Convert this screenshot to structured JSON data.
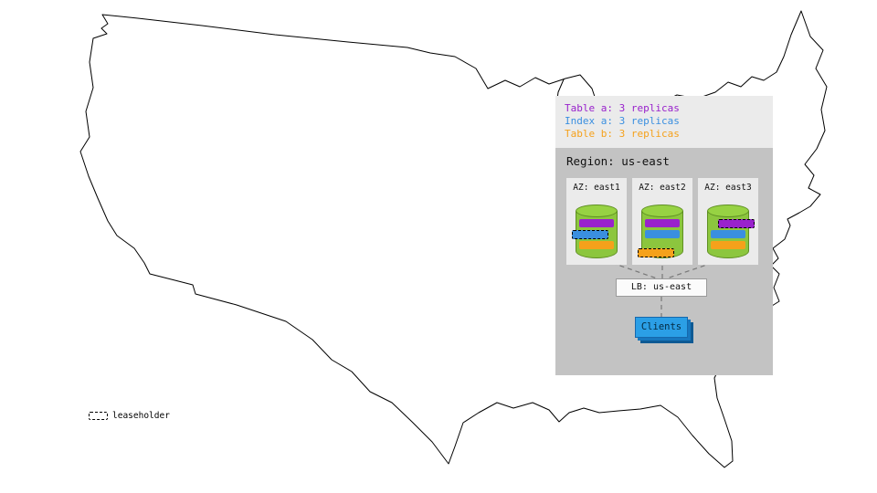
{
  "panel": {
    "legend": {
      "items": [
        {
          "id": "table-a",
          "label": "Table a: 3 replicas",
          "color": "#9922cc"
        },
        {
          "id": "index-a",
          "label": "Index a: 3 replicas",
          "color": "#3a8fe0"
        },
        {
          "id": "table-b",
          "label": "Table b: 3 replicas",
          "color": "#f5a11b"
        }
      ]
    },
    "region": {
      "title": "Region: us-east",
      "azs": [
        {
          "label": "AZ: east1",
          "leaseholder": "index-a"
        },
        {
          "label": "AZ: east2",
          "leaseholder": "table-b"
        },
        {
          "label": "AZ: east3",
          "leaseholder": "table-a"
        }
      ],
      "lb_label": "LB: us-east",
      "clients_label": "Clients"
    }
  },
  "map_legend": {
    "label": "leaseholder"
  },
  "colors": {
    "table_a": "#9922cc",
    "index_a": "#3a8fe0",
    "table_b": "#f5a11b",
    "cylinder_body": "#8cc63e",
    "cylinder_top": "#97d243",
    "cylinder_stroke": "#5f8f23",
    "region_bg": "#c3c3c3",
    "panel_section_bg": "#ebebeb",
    "az_bg": "#ebebeb",
    "clients": "#2b9fe6",
    "clients_shadow1": "#1777bf",
    "clients_shadow2": "#0e5a94"
  }
}
